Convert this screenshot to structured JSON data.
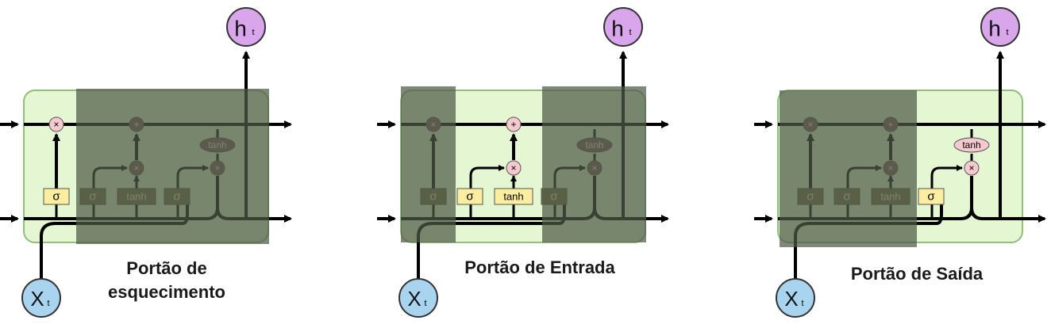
{
  "panels": [
    {
      "id": "forget",
      "caption_line1": "Portão de",
      "caption_line2": "esquecimento",
      "highlight": "forget"
    },
    {
      "id": "input",
      "caption_line1": "Portão de Entrada",
      "caption_line2": "",
      "highlight": "input"
    },
    {
      "id": "output",
      "caption_line1": "Portão de Saída",
      "caption_line2": "",
      "highlight": "output"
    }
  ],
  "symbols": {
    "output_node": "h",
    "output_sub": "t",
    "input_node": "X",
    "input_sub": "t",
    "sigma": "σ",
    "tanh": "tanh",
    "multiply": "×",
    "add": "+"
  },
  "colors": {
    "cell_fill": "#e4f6d2",
    "cell_border": "#8fbf7a",
    "shade": "#4d5a46",
    "gate_box": "#fbeea0",
    "gate_box_dark": "#776f45",
    "op_node": "#f6c9cf",
    "op_node_dark": "#7d5a5e",
    "h_node": "#d9a6ec",
    "x_node": "#a8d4f0"
  }
}
